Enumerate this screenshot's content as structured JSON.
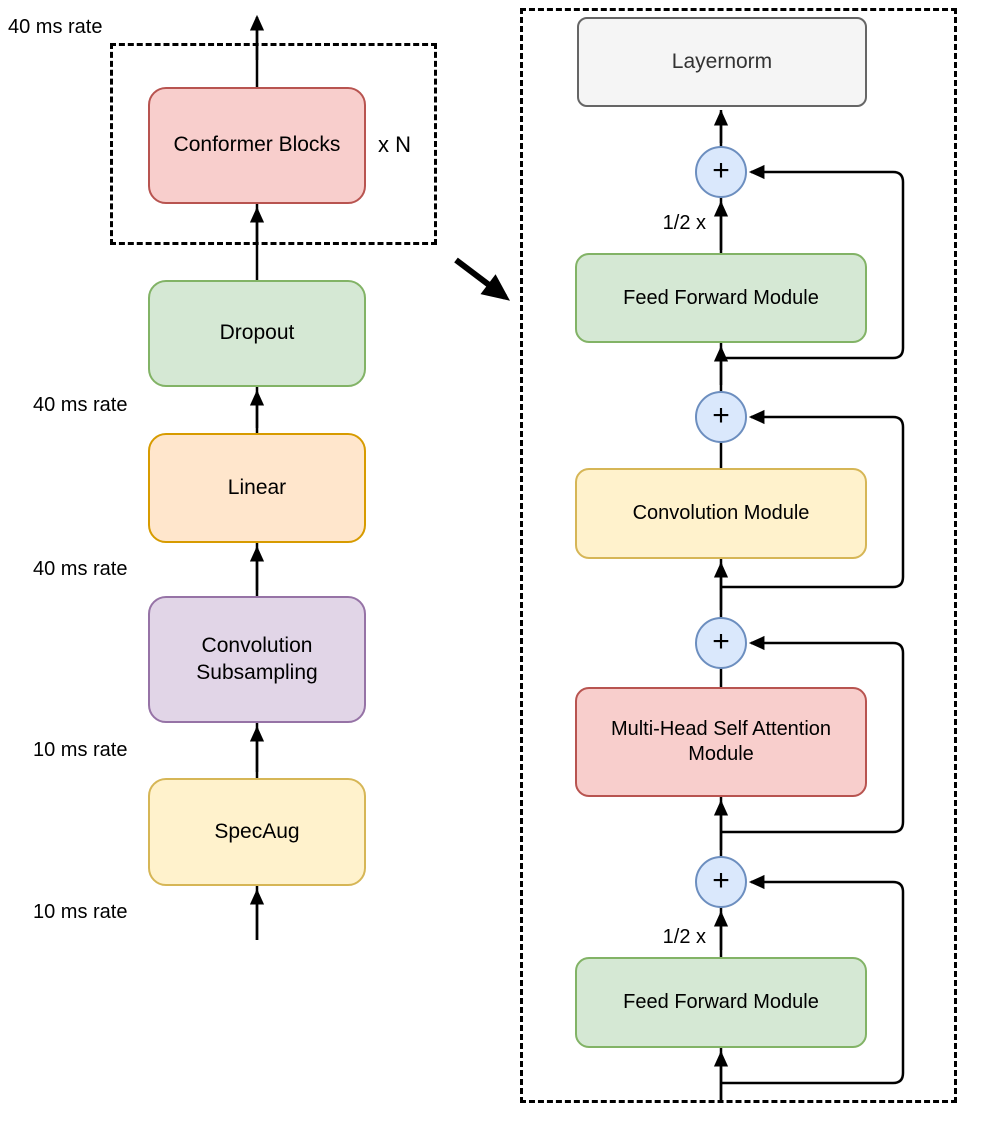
{
  "diagram": {
    "left_pipeline": {
      "rate_labels": [
        "40 ms rate",
        "40 ms rate",
        "40 ms rate",
        "10 ms rate",
        "10 ms rate"
      ],
      "conformer_blocks": "Conformer Blocks",
      "repeat_note": "x N",
      "dropout": "Dropout",
      "linear": "Linear",
      "convolution_subsampling": "Convolution Subsampling",
      "specaug": "SpecAug"
    },
    "conformer_block_detail": {
      "layernorm": "Layernorm",
      "feed_forward_top": "Feed Forward Module",
      "convolution_module": "Convolution Module",
      "mhsa_module": "Multi-Head Self Attention Module",
      "feed_forward_bottom": "Feed Forward Module",
      "half_scale_top": "1/2 x",
      "half_scale_bottom": "1/2 x",
      "plus": "+"
    },
    "colors": {
      "red_fill": "#f8cecc",
      "red_stroke": "#b85450",
      "green_fill": "#d5e8d4",
      "green_stroke": "#82b366",
      "orange_fill": "#ffe6cc",
      "orange_stroke": "#d79b00",
      "purple_fill": "#e1d5e7",
      "purple_stroke": "#9673a6",
      "yellow_fill": "#fff2cc",
      "yellow_stroke": "#d6b656",
      "gray_fill": "#f5f5f5",
      "gray_stroke": "#666666",
      "add_fill": "#dae8fc",
      "add_stroke": "#6c8ebf",
      "line": "#000000"
    }
  }
}
